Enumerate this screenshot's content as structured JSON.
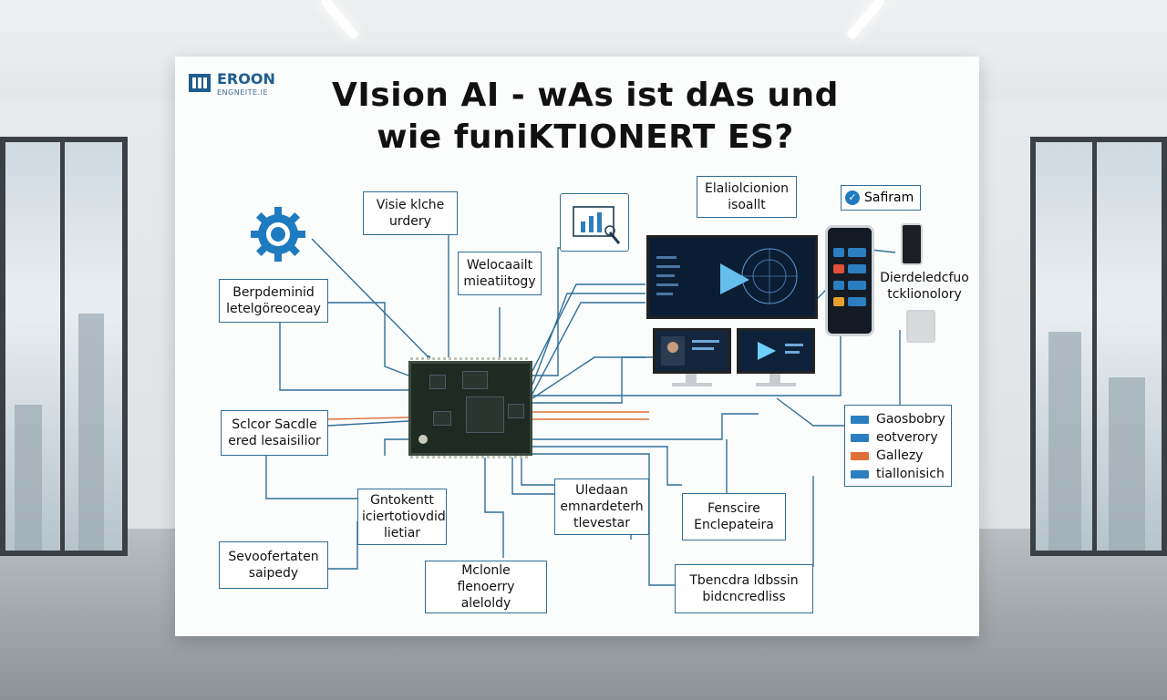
{
  "logo": {
    "name": "EROON",
    "subtitle": "ENGNEITE.IE"
  },
  "title": {
    "line1": "VIsion AI - wAs ist dAs und",
    "line2": "wie funiKTIONERT ES?"
  },
  "labels": {
    "top_center": [
      "Visie klche",
      "urdery"
    ],
    "mid_center": [
      "Welocaailt",
      "mieatiitogy"
    ],
    "left_top": [
      "Berpdeminid",
      "letelgöreoceay"
    ],
    "left_mid": [
      "Sclcor Sacdle",
      "ered lesaisilior"
    ],
    "left_bottom": [
      "Sevoofertaten",
      "saipedy"
    ],
    "center_left": [
      "Gntokentt",
      "iciertotiovdid",
      "lietiar"
    ],
    "center_bottom": [
      "Mclonle",
      "flenoerry",
      "aleloldy"
    ],
    "center_right": [
      "Uledaan",
      "emnardeterh",
      "tlevestar"
    ],
    "right_mid": [
      "Fenscire",
      "Enclepateira"
    ],
    "right_bottom": [
      "Tbencdra ldbssin",
      "bidcncredliss"
    ],
    "top_right": [
      "Elaliolcionion",
      "isoallt"
    ],
    "right_text": [
      "Dierdeledcfuo",
      "tcklionolory"
    ]
  },
  "badge": {
    "label": "Safiram"
  },
  "legend": [
    {
      "label": "Gaosbobry",
      "color": "#2b7fc0"
    },
    {
      "label": "eotverory",
      "color": "#2b7fc0"
    },
    {
      "label": "Gallezy",
      "color": "#e0703a"
    },
    {
      "label": "tiallonisich",
      "color": "#2b7fc0"
    }
  ],
  "colors": {
    "wire": "#2f6f99",
    "wire_accent": "#e0703a",
    "board": "#fbfcfc"
  },
  "icons": [
    "gear-icon",
    "chart-icon",
    "check-icon",
    "microchip-icon",
    "monitor-icon",
    "phone-icon"
  ]
}
